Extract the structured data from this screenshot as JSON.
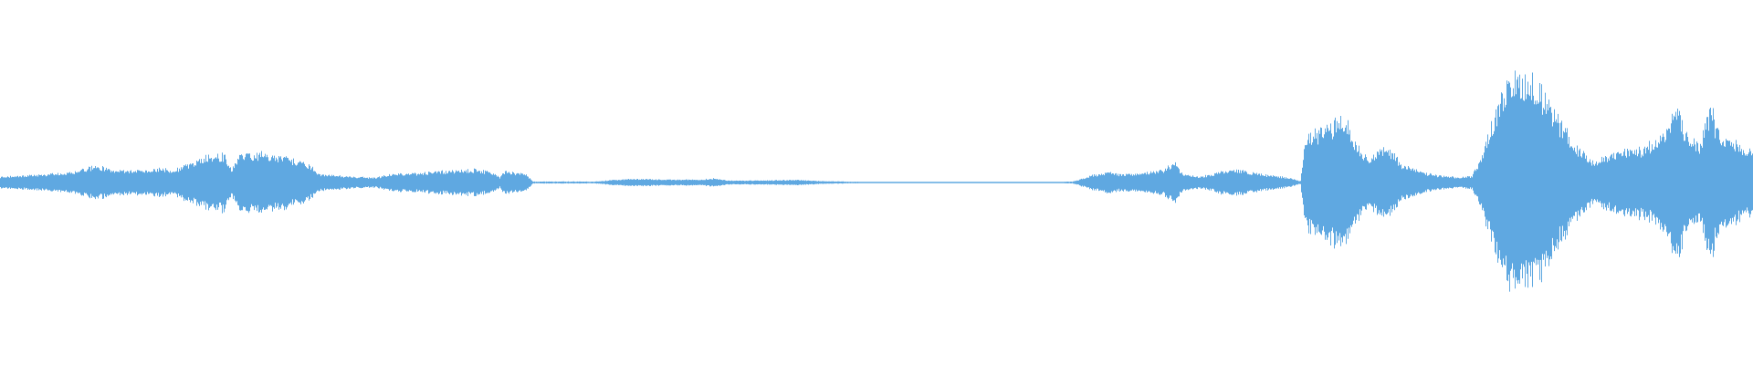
{
  "waveform": {
    "color": "#5fa8e1",
    "background": "#ffffff",
    "baseline_amplitude": 0.004,
    "envelope": [
      [
        0.0,
        0.035
      ],
      [
        0.02,
        0.045
      ],
      [
        0.04,
        0.06
      ],
      [
        0.046,
        0.08
      ],
      [
        0.056,
        0.1
      ],
      [
        0.064,
        0.075
      ],
      [
        0.08,
        0.075
      ],
      [
        0.092,
        0.085
      ],
      [
        0.098,
        0.07
      ],
      [
        0.104,
        0.1
      ],
      [
        0.114,
        0.14
      ],
      [
        0.12,
        0.17
      ],
      [
        0.128,
        0.17
      ],
      [
        0.132,
        0.08
      ],
      [
        0.136,
        0.17
      ],
      [
        0.145,
        0.18
      ],
      [
        0.16,
        0.16
      ],
      [
        0.175,
        0.12
      ],
      [
        0.182,
        0.05
      ],
      [
        0.2,
        0.035
      ],
      [
        0.215,
        0.03
      ],
      [
        0.222,
        0.05
      ],
      [
        0.24,
        0.06
      ],
      [
        0.256,
        0.07
      ],
      [
        0.272,
        0.08
      ],
      [
        0.282,
        0.055
      ],
      [
        0.285,
        0.03
      ],
      [
        0.288,
        0.07
      ],
      [
        0.3,
        0.05
      ],
      [
        0.304,
        0.006
      ],
      [
        0.34,
        0.006
      ],
      [
        0.352,
        0.018
      ],
      [
        0.365,
        0.022
      ],
      [
        0.38,
        0.018
      ],
      [
        0.4,
        0.018
      ],
      [
        0.408,
        0.026
      ],
      [
        0.415,
        0.012
      ],
      [
        0.43,
        0.012
      ],
      [
        0.455,
        0.016
      ],
      [
        0.47,
        0.008
      ],
      [
        0.5,
        0.003
      ],
      [
        0.56,
        0.002
      ],
      [
        0.6,
        0.003
      ],
      [
        0.612,
        0.006
      ],
      [
        0.622,
        0.04
      ],
      [
        0.632,
        0.065
      ],
      [
        0.64,
        0.05
      ],
      [
        0.654,
        0.06
      ],
      [
        0.664,
        0.075
      ],
      [
        0.67,
        0.125
      ],
      [
        0.675,
        0.05
      ],
      [
        0.684,
        0.035
      ],
      [
        0.69,
        0.045
      ],
      [
        0.697,
        0.07
      ],
      [
        0.705,
        0.08
      ],
      [
        0.72,
        0.05
      ],
      [
        0.735,
        0.03
      ],
      [
        0.742,
        0.008
      ],
      [
        0.745,
        0.28
      ],
      [
        0.752,
        0.32
      ],
      [
        0.758,
        0.35
      ],
      [
        0.765,
        0.4
      ],
      [
        0.77,
        0.33
      ],
      [
        0.776,
        0.2
      ],
      [
        0.782,
        0.16
      ],
      [
        0.792,
        0.22
      ],
      [
        0.8,
        0.11
      ],
      [
        0.812,
        0.06
      ],
      [
        0.823,
        0.04
      ],
      [
        0.832,
        0.03
      ],
      [
        0.84,
        0.04
      ],
      [
        0.846,
        0.18
      ],
      [
        0.852,
        0.4
      ],
      [
        0.858,
        0.56
      ],
      [
        0.864,
        0.64
      ],
      [
        0.87,
        0.66
      ],
      [
        0.876,
        0.62
      ],
      [
        0.882,
        0.52
      ],
      [
        0.888,
        0.4
      ],
      [
        0.9,
        0.22
      ],
      [
        0.91,
        0.12
      ],
      [
        0.92,
        0.18
      ],
      [
        0.93,
        0.2
      ],
      [
        0.94,
        0.22
      ],
      [
        0.95,
        0.3
      ],
      [
        0.956,
        0.52
      ],
      [
        0.962,
        0.3
      ],
      [
        0.97,
        0.24
      ],
      [
        0.976,
        0.48
      ],
      [
        0.982,
        0.25
      ],
      [
        0.988,
        0.28
      ],
      [
        0.994,
        0.22
      ],
      [
        1.0,
        0.2
      ]
    ]
  }
}
